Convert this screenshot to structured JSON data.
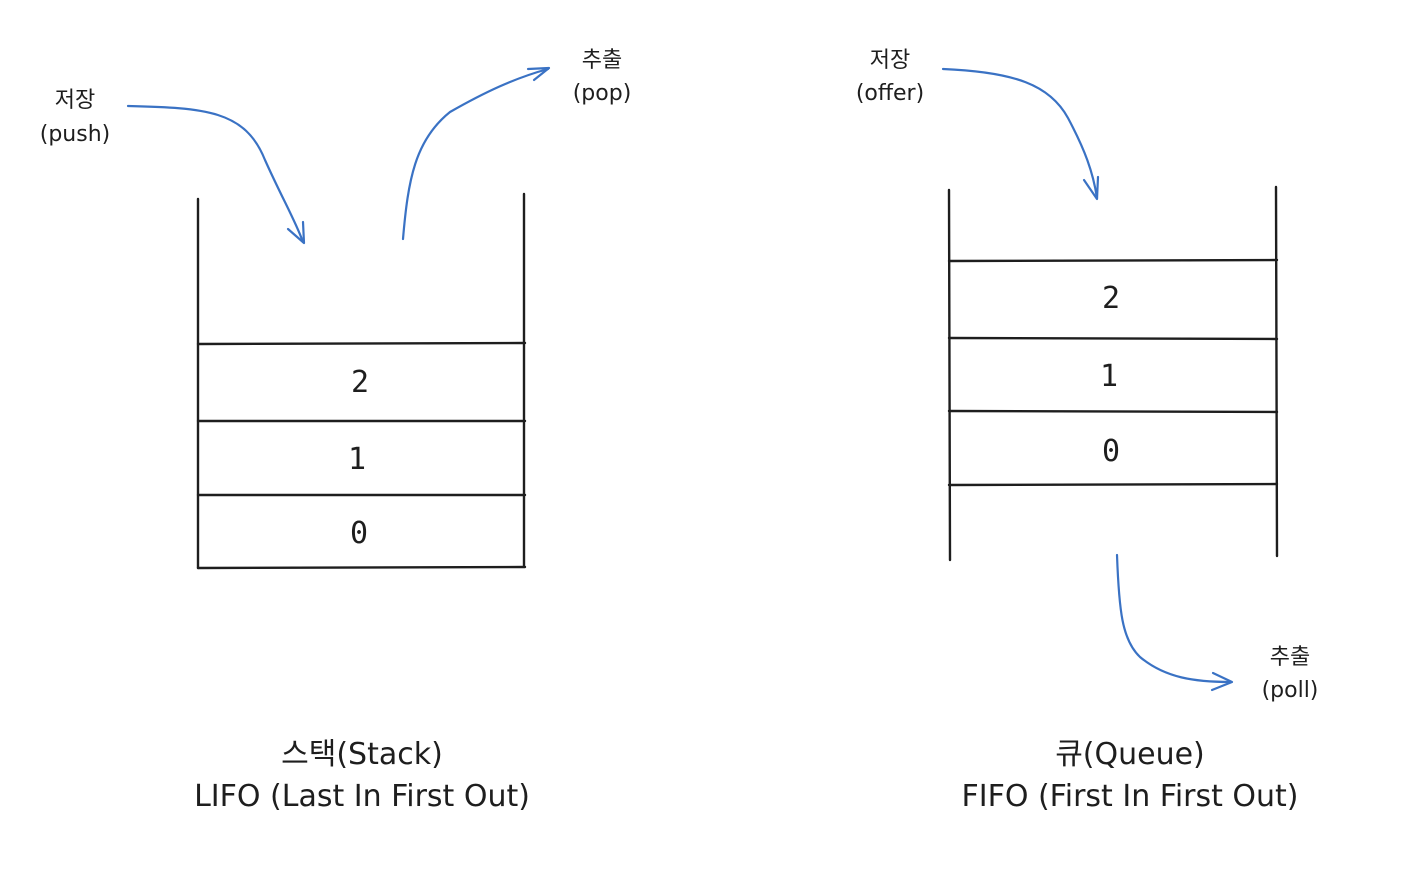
{
  "stack": {
    "cells": [
      "2",
      "1",
      "0"
    ],
    "push_label": {
      "ko": "저장",
      "en": "(push)"
    },
    "pop_label": {
      "ko": "추출",
      "en": "(pop)"
    },
    "caption": {
      "title": "스택(Stack)",
      "subtitle": "LIFO (Last In First Out)"
    }
  },
  "queue": {
    "cells": [
      "2",
      "1",
      "0"
    ],
    "offer_label": {
      "ko": "저장",
      "en": "(offer)"
    },
    "poll_label": {
      "ko": "추출",
      "en": "(poll)"
    },
    "caption": {
      "title": "큐(Queue)",
      "subtitle": "FIFO (First In First Out)"
    }
  },
  "colors": {
    "ink": "#1e1e1e",
    "arrow": "#3a72c4"
  }
}
